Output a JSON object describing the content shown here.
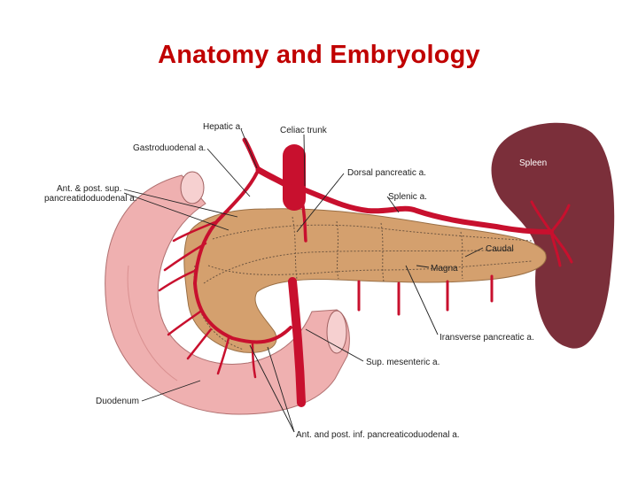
{
  "title": "Anatomy and Embryology",
  "colors": {
    "title": "#c00000",
    "artery": "#c8102e",
    "pancreas": "#d4a06e",
    "spleen": "#7b2f3a",
    "duodenum": "#efb0b0"
  },
  "labels": {
    "hepatic": "Hepatic a.",
    "celiac": "Celiac trunk",
    "gastroduodenal": "Gastroduodenal a.",
    "dorsal_pancreatic": "Dorsal pancreatic a.",
    "spleen": "Spleen",
    "ant_post_sup_line1": "Ant. & post. sup.",
    "ant_post_sup_line2": "pancreatidoduodenal a.",
    "splenic": "Splenic a.",
    "caudal": "Caudal",
    "magna": "Magna",
    "transverse_pancreatic": "Iransverse pancreatic a.",
    "sup_mesenteric": "Sup. mesenteric a.",
    "duodenum": "Duodenum",
    "ant_post_inf": "Ant. and post. inf. pancreaticoduodenal a."
  }
}
